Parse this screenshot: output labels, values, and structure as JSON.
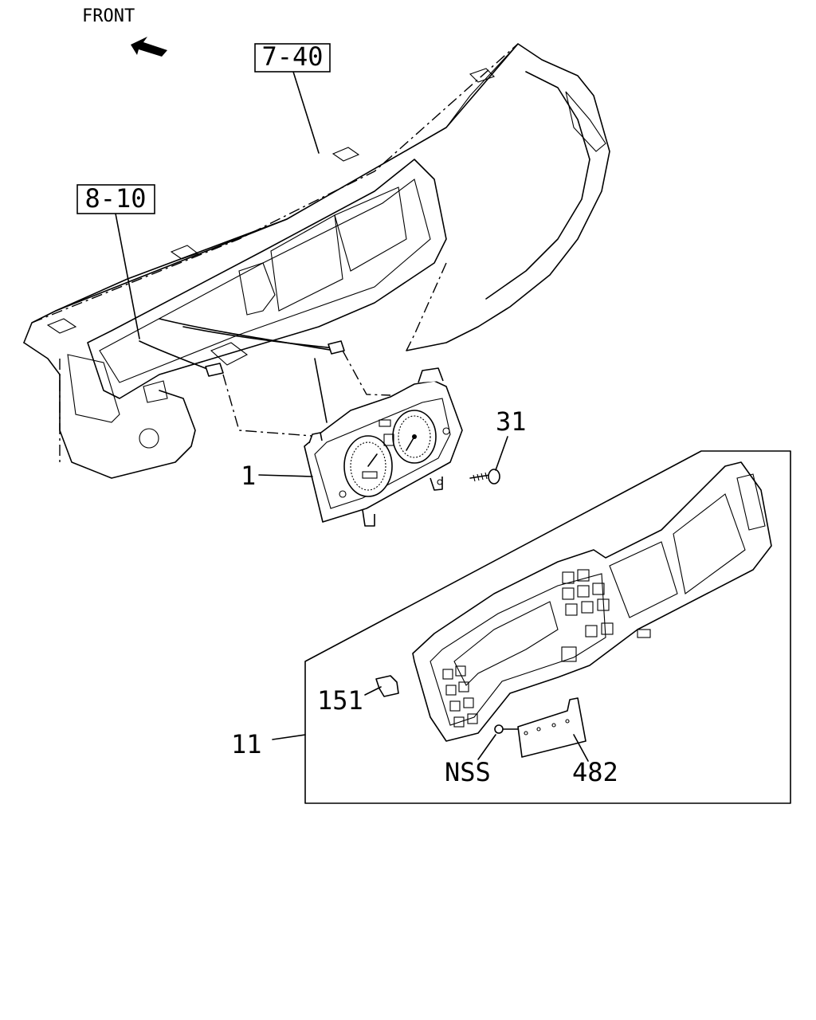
{
  "header": {
    "direction_label": "FRONT"
  },
  "references": [
    {
      "id": "ref-7-40",
      "text": "7-40"
    },
    {
      "id": "ref-8-10",
      "text": "8-10"
    }
  ],
  "callouts": {
    "c1": "1",
    "c31": "31",
    "c11": "11",
    "c151": "151",
    "cNSS": "NSS",
    "c482": "482"
  }
}
